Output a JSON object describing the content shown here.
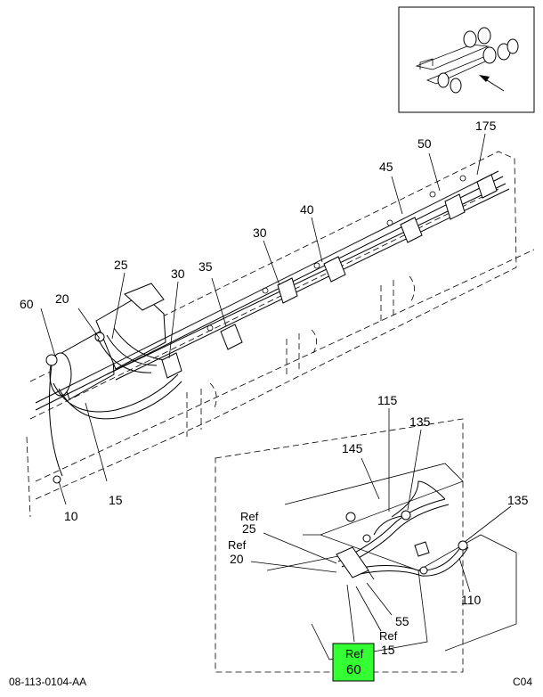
{
  "footer": {
    "left": "08-113-0104-AA",
    "right": "C04"
  },
  "callouts": {
    "c175": "175",
    "c50": "50",
    "c45": "45",
    "c40": "40",
    "c30a": "30",
    "c35": "35",
    "c30b": "30",
    "c25": "25",
    "c20": "20",
    "c60": "60",
    "c15": "15",
    "c10": "10",
    "c115": "115",
    "c135a": "135",
    "c145": "145",
    "c135b": "135",
    "c110": "110",
    "c55": "55"
  },
  "refs": {
    "ref25": {
      "word": "Ref",
      "num": "25"
    },
    "ref20": {
      "word": "Ref",
      "num": "20"
    },
    "ref15": {
      "word": "Ref",
      "num": "15"
    },
    "ref60": {
      "word": "Ref",
      "num": "60"
    }
  },
  "colors": {
    "highlight": "#33ff33",
    "ink": "#000000"
  }
}
